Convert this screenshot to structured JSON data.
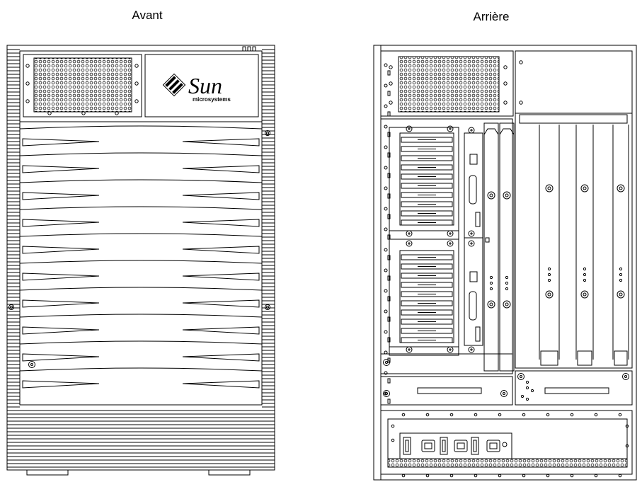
{
  "labels": {
    "front": "Avant",
    "rear": "Arrière"
  },
  "logo": {
    "brand": "Sun",
    "sub": "microsystems"
  },
  "colors": {
    "line": "#000000",
    "background": "#ffffff"
  }
}
